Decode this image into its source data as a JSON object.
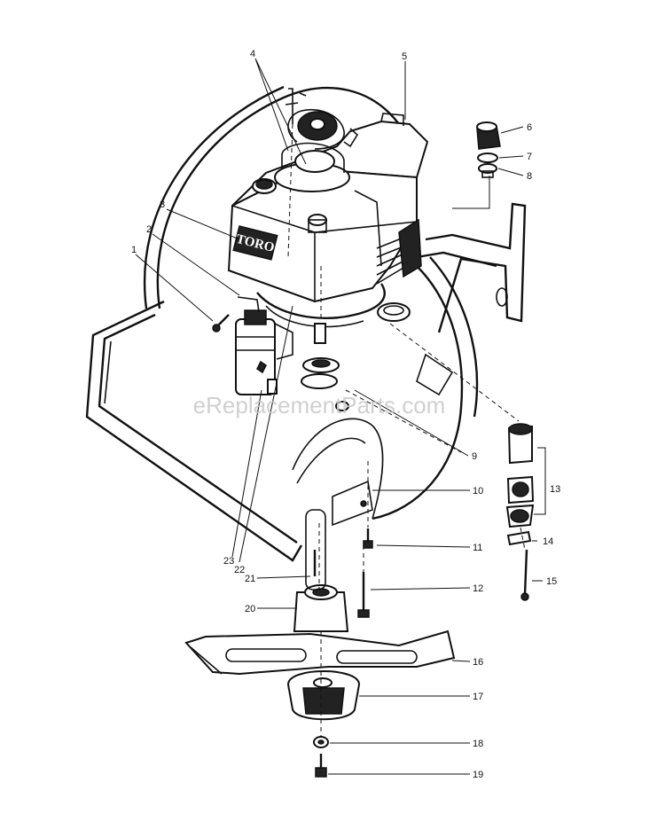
{
  "watermark": "eReplacementParts.com",
  "brand_logo": "TORO",
  "callouts": [
    "1",
    "2",
    "3",
    "4",
    "5",
    "6",
    "7",
    "8",
    "9",
    "10",
    "11",
    "12",
    "13",
    "14",
    "15",
    "16",
    "17",
    "18",
    "19",
    "20",
    "21",
    "22",
    "23"
  ]
}
